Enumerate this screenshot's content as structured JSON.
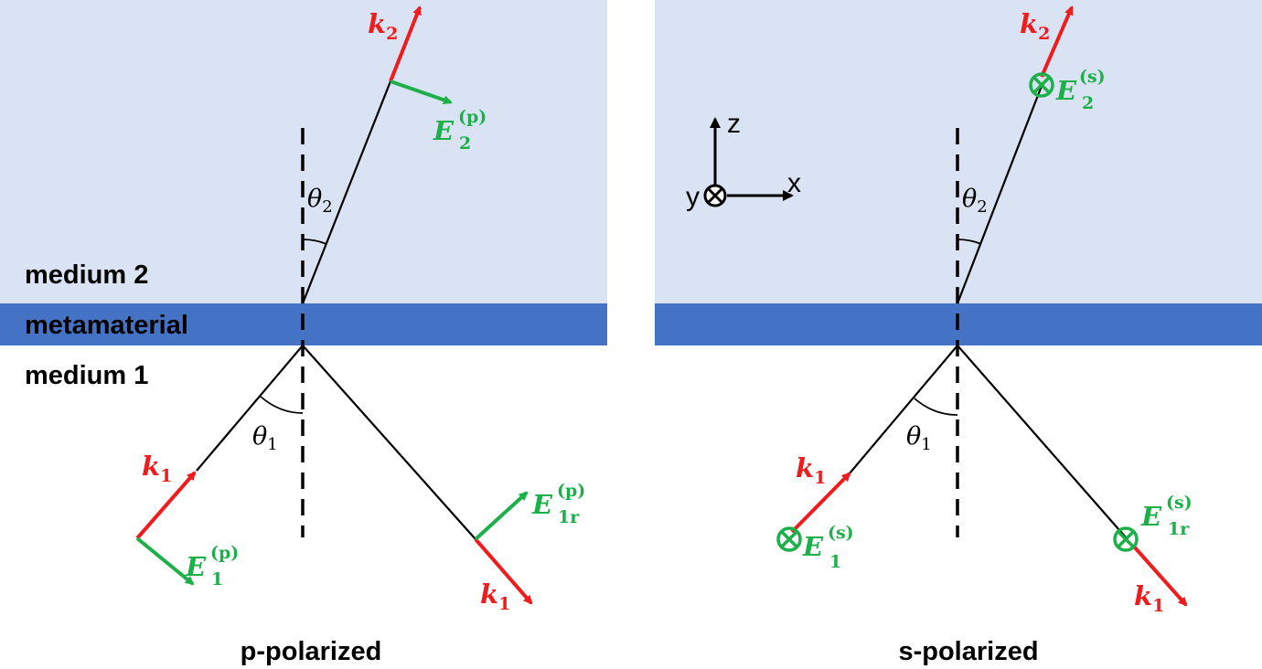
{
  "layers": {
    "medium2": "medium 2",
    "metamaterial": "metamaterial",
    "medium1": "medium 1"
  },
  "angles": {
    "theta": "θ",
    "sub1": "1",
    "sub2": "2"
  },
  "axes": {
    "x": "x",
    "y": "y",
    "z": "z"
  },
  "vectors": {
    "k_letter": "k",
    "E_letter": "E",
    "sub_1": "1",
    "sub_2": "2",
    "sub_1r": "1r",
    "sup_p": "(p)",
    "sup_s": "(s)"
  },
  "captions": {
    "left": "p-polarized",
    "right": "s-polarized"
  },
  "colors": {
    "medium2_fill": "#dae3f3",
    "metamaterial_fill": "#4472c4",
    "k_vector": "#ee1c1c",
    "e_vector": "#1db04a",
    "ray": "#000000"
  }
}
